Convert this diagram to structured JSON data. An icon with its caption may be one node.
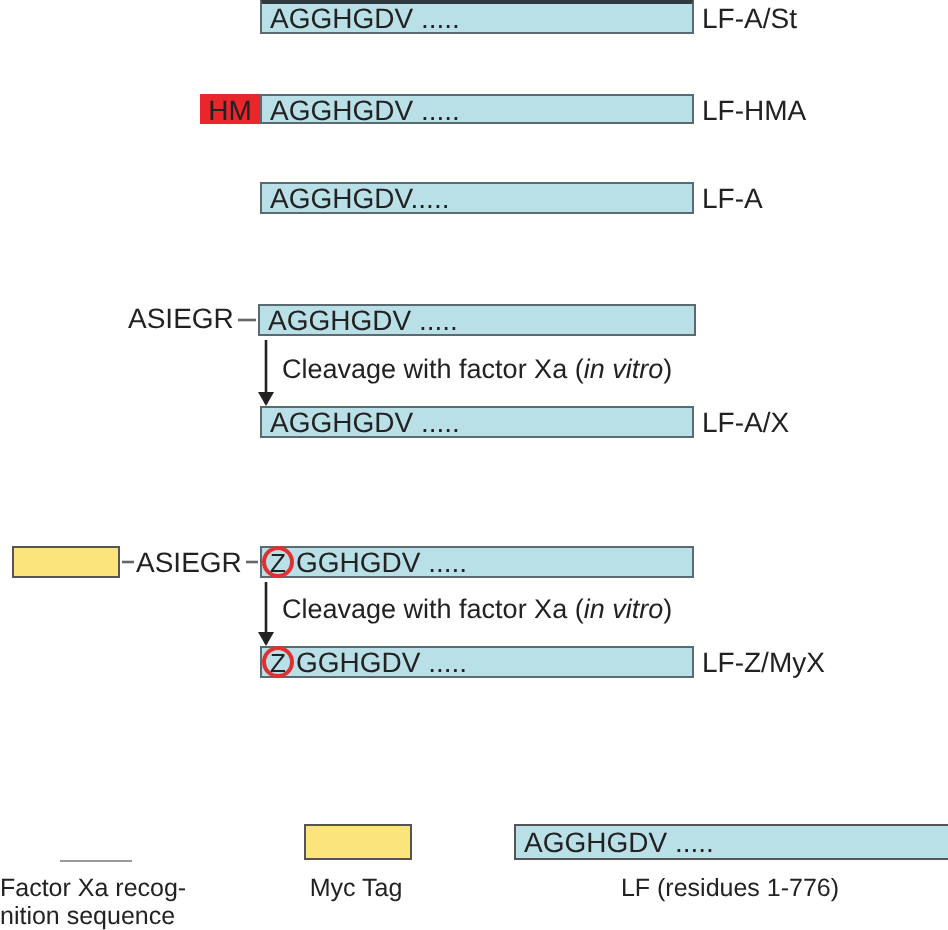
{
  "diagram": {
    "nodes": [
      {
        "text": [
          "AGGHGDV ....."
        ],
        "beside": [
          "LF-A/St"
        ]
      },
      {
        "text": [
          "HM"
        ]
      },
      {
        "text": [
          "AGGHGDV ....."
        ],
        "beside": [
          "LF-HMA"
        ]
      },
      {
        "text": [
          "AGGHGDV....."
        ],
        "beside": [
          "LF-A"
        ]
      },
      {
        "text": [
          "ASIEGR"
        ]
      },
      {
        "text": [
          "AGGHGDV ....."
        ]
      },
      {
        "text": [
          "AGGHGDV ....."
        ],
        "beside": [
          "LF-A/X"
        ]
      },
      {
        "text": [],
        "shape": "box"
      },
      {
        "text": [
          "ASIEGR"
        ]
      },
      {
        "text": [
          "Z",
          "GGHGDV ....."
        ]
      },
      {
        "text": [
          "Z",
          "GGHGDV ....."
        ],
        "beside": [
          "LF-Z/MyX"
        ]
      }
    ],
    "edges": [
      {
        "from": 4,
        "to": 5,
        "arrow": "none"
      },
      {
        "from": 5,
        "to": 6,
        "arrow": "to",
        "label": "Cleavage with factor Xa (*in vitro*)"
      },
      {
        "from": 7,
        "to": 8,
        "arrow": "none"
      },
      {
        "from": 8,
        "to": 9,
        "arrow": "none"
      },
      {
        "from": 9,
        "to": 10,
        "arrow": "to",
        "label": "Cleavage with factor Xa (*in vitro*)"
      }
    ],
    "labels": [
      "AGGHGDV ....."
    ],
    "legend": [
      {
        "text": "Factor Xa recog- nition sequence"
      },
      {
        "text": "Myc Tag",
        "color": "#fce47c"
      },
      {
        "text": "LF (residues 1-776)",
        "color": "#b9dfe7"
      }
    ]
  }
}
